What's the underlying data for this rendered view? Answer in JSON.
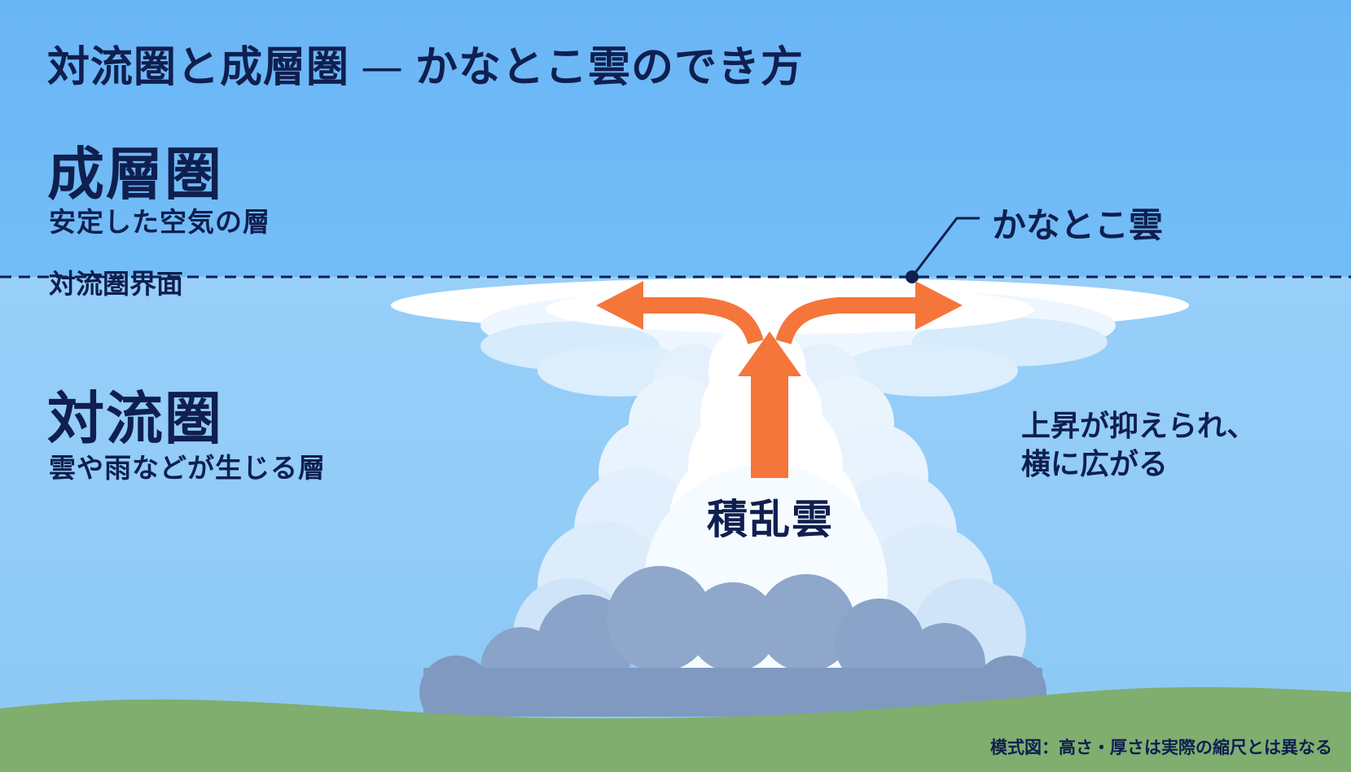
{
  "title": {
    "main": "対流圏と成層圏",
    "separator": "—",
    "sub": "かなとこ雲のでき方"
  },
  "stratosphere": {
    "name": "成層圏",
    "description": "安定した空気の層"
  },
  "troposphere": {
    "name": "対流圏",
    "description": "雲や雨などが生じる層"
  },
  "tropopause_label": "対流圏界面",
  "anvil_cloud_label": "かなとこ雲",
  "cumulonimbus_label": "積乱雲",
  "spread_note": {
    "line1": "上昇が抑えられ、",
    "line2": "横に広がる"
  },
  "footnote": "模式図：高さ・厚さは実際の縮尺とは異なる",
  "colors": {
    "stratosphere_sky": "#6cb8f6",
    "troposphere_sky": "#93cdf8",
    "text_navy": "#0f1f4f",
    "arrow_orange": "#f5763a",
    "ground_green": "#7fae6f",
    "cloud_white": "#ffffff",
    "cloud_shadow_blue": "#b9dbf6",
    "rain_base_gray": "#7e98c0"
  },
  "icons": [
    "updraft-arrow-icon",
    "outflow-left-arrow-icon",
    "outflow-right-arrow-icon",
    "leader-dot-icon"
  ]
}
